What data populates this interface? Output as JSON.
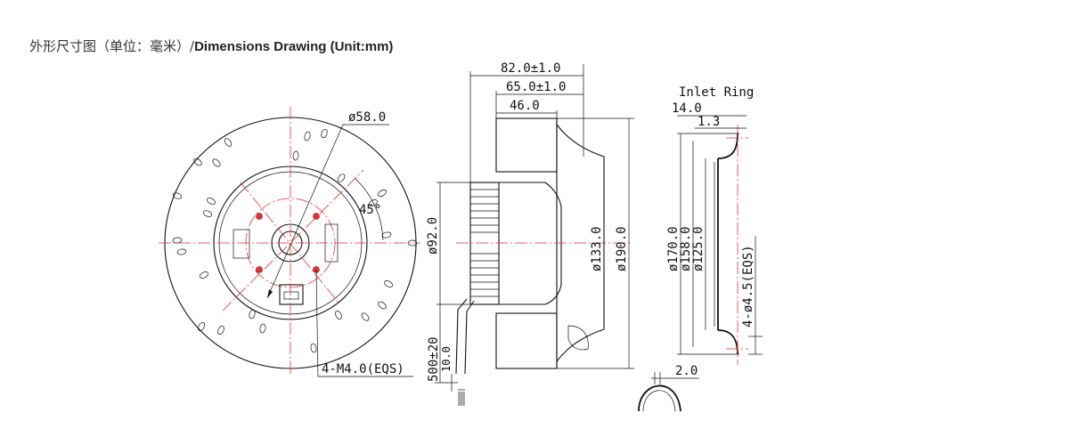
{
  "header": {
    "title_cn": "外形尺寸图（单位：毫米）/",
    "title_en": "Dimensions Drawing (Unit:mm)"
  },
  "front_view": {
    "hub_diameter": "ø58.0",
    "angle": "45°",
    "mount_holes": "4-M4.0(EQS)"
  },
  "side_view": {
    "overall_depth": "82.0±1.0",
    "depth_2": "65.0±1.0",
    "depth_3": "46.0",
    "motor_diameter": "ø92.0",
    "impeller_diameter_inner": "ø133.0",
    "impeller_diameter_outer": "ø190.0",
    "lead_length": "500±20",
    "strip_length": "10.0"
  },
  "inlet_ring": {
    "title": "Inlet Ring",
    "depth": "14.0",
    "lip": "1.3",
    "dia_outer": "ø170.0",
    "dia_mid": "ø158.0",
    "dia_inner": "ø125.0",
    "holes": "4-ø4.5(EQS)",
    "thickness": "2.0"
  },
  "colors": {
    "centerline": "#e53030",
    "line": "#111111"
  }
}
